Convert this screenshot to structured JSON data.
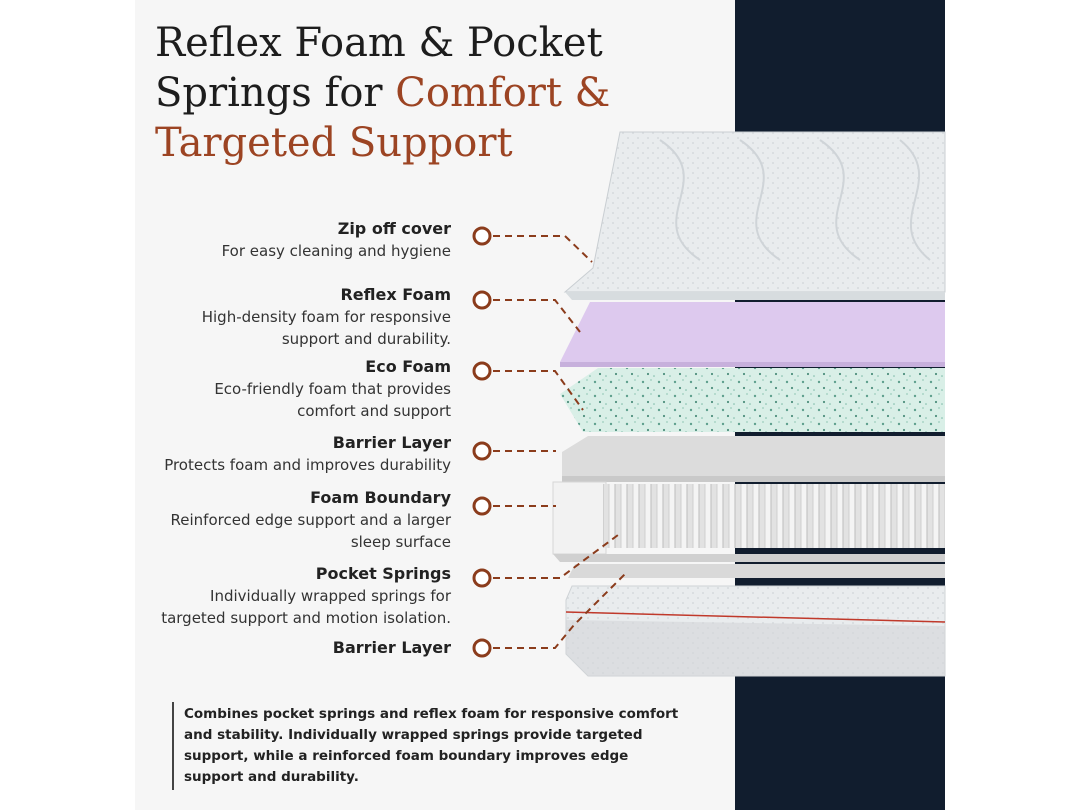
{
  "title": {
    "line1": "Reflex Foam & Pocket",
    "line2_plain": "Springs for ",
    "line2_accent": "Comfort &",
    "line3_accent": "Targeted Support"
  },
  "layers": [
    {
      "name": "Zip off cover",
      "desc": [
        "For easy cleaning and hygiene"
      ]
    },
    {
      "name": "Reflex Foam",
      "desc": [
        "High-density foam for responsive",
        "support and durability."
      ]
    },
    {
      "name": "Eco Foam",
      "desc": [
        "Eco-friendly foam that provides",
        "comfort and support"
      ]
    },
    {
      "name": "Barrier Layer",
      "desc": [
        "Protects foam and improves durability"
      ]
    },
    {
      "name": "Foam Boundary",
      "desc": [
        "Reinforced edge support and a larger",
        "sleep surface"
      ]
    },
    {
      "name": "Pocket Springs",
      "desc": [
        "Individually wrapped springs for",
        "targeted support and motion isolation."
      ]
    },
    {
      "name": "Barrier Layer",
      "desc": []
    }
  ],
  "summary": "Combines pocket springs and reflex foam for responsive comfort and stability. Individually wrapped springs provide targeted support, while a reinforced foam boundary improves edge support and durability.",
  "colors": {
    "accent": "#9c4423",
    "background_navy": "#111d2e",
    "reflex_foam": "#ddc9ee",
    "eco_foam": "#d6eee5"
  }
}
